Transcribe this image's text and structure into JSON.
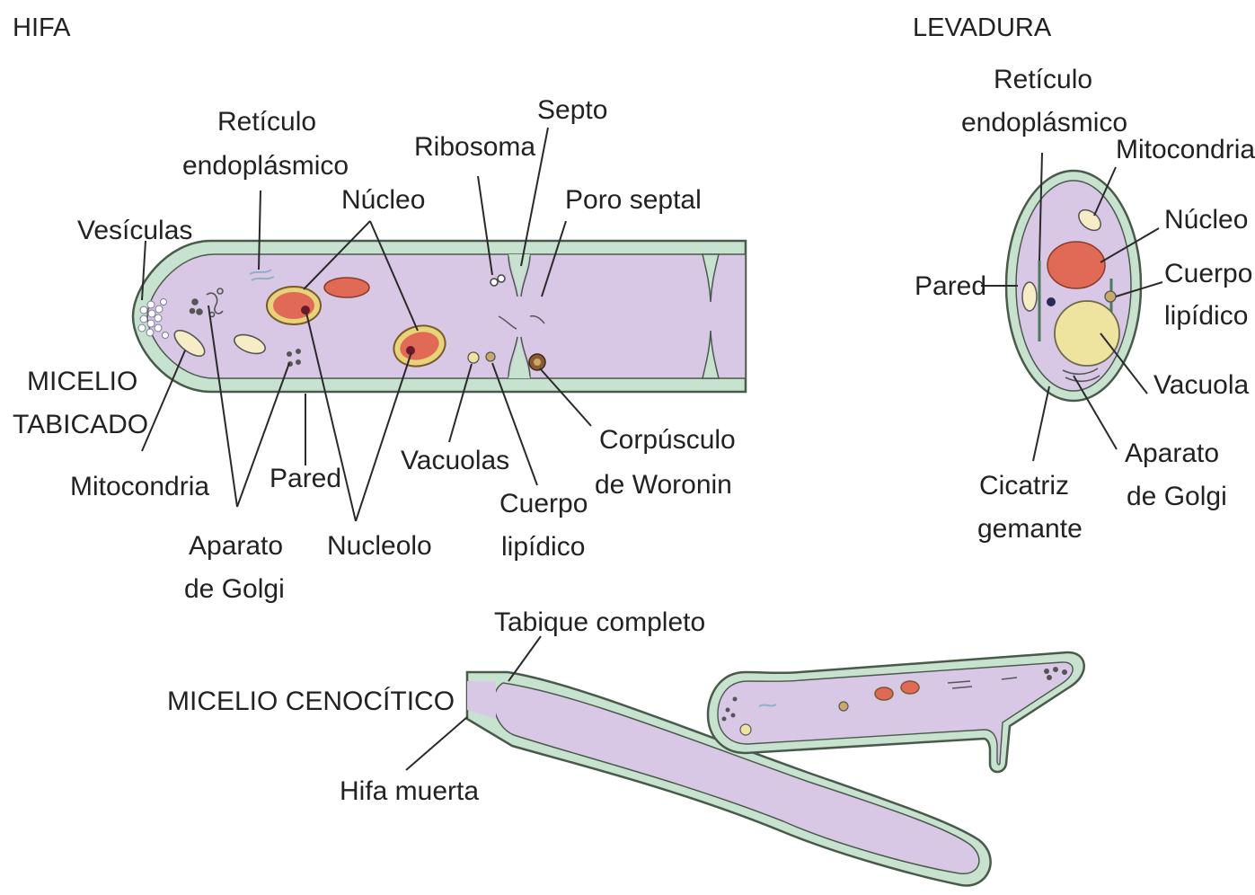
{
  "sections": {
    "hifa": "HIFA",
    "levadura": "LEVADURA",
    "micelio_tabicado": [
      "MICELIO",
      "TABICADO"
    ],
    "micelio_cenocitico": "MICELIO CENOCÍTICO"
  },
  "hifa_labels": {
    "vesiculas": "Vesículas",
    "reticulo": [
      "Retículo",
      "endoplásmico"
    ],
    "nucleo": "Núcleo",
    "ribosoma": "Ribosoma",
    "septo": "Septo",
    "poro_septal": "Poro septal",
    "mitocondria": "Mitocondria",
    "aparato_golgi": [
      "Aparato",
      "de Golgi"
    ],
    "pared": "Pared",
    "nucleolo": "Nucleolo",
    "vacuolas": "Vacuolas",
    "cuerpo_lipidico": [
      "Cuerpo",
      "lipídico"
    ],
    "corpusculo": [
      "Corpúsculo",
      "de Woronin"
    ]
  },
  "levadura_labels": {
    "reticulo": [
      "Retículo",
      "endoplásmico"
    ],
    "mitocondria": "Mitocondria",
    "nucleo": "Núcleo",
    "pared": "Pared",
    "cuerpo_lipidico": [
      "Cuerpo",
      "lipídico"
    ],
    "vacuola": "Vacuola",
    "aparato_golgi": [
      "Aparato",
      "de Golgi"
    ],
    "cicatriz": [
      "Cicatriz",
      "gemante"
    ]
  },
  "cenocitico_labels": {
    "tabique_completo": "Tabique completo",
    "hifa_muerta": "Hifa muerta"
  },
  "colors": {
    "cytoplasm": "#d8c8e6",
    "cell_wall": "#c8e2d0",
    "outline": "#4a5a4a",
    "nucleus": "#e06a55",
    "nucleus_ring": "#d9b23a",
    "vacuole": "#efe3a0"
  }
}
